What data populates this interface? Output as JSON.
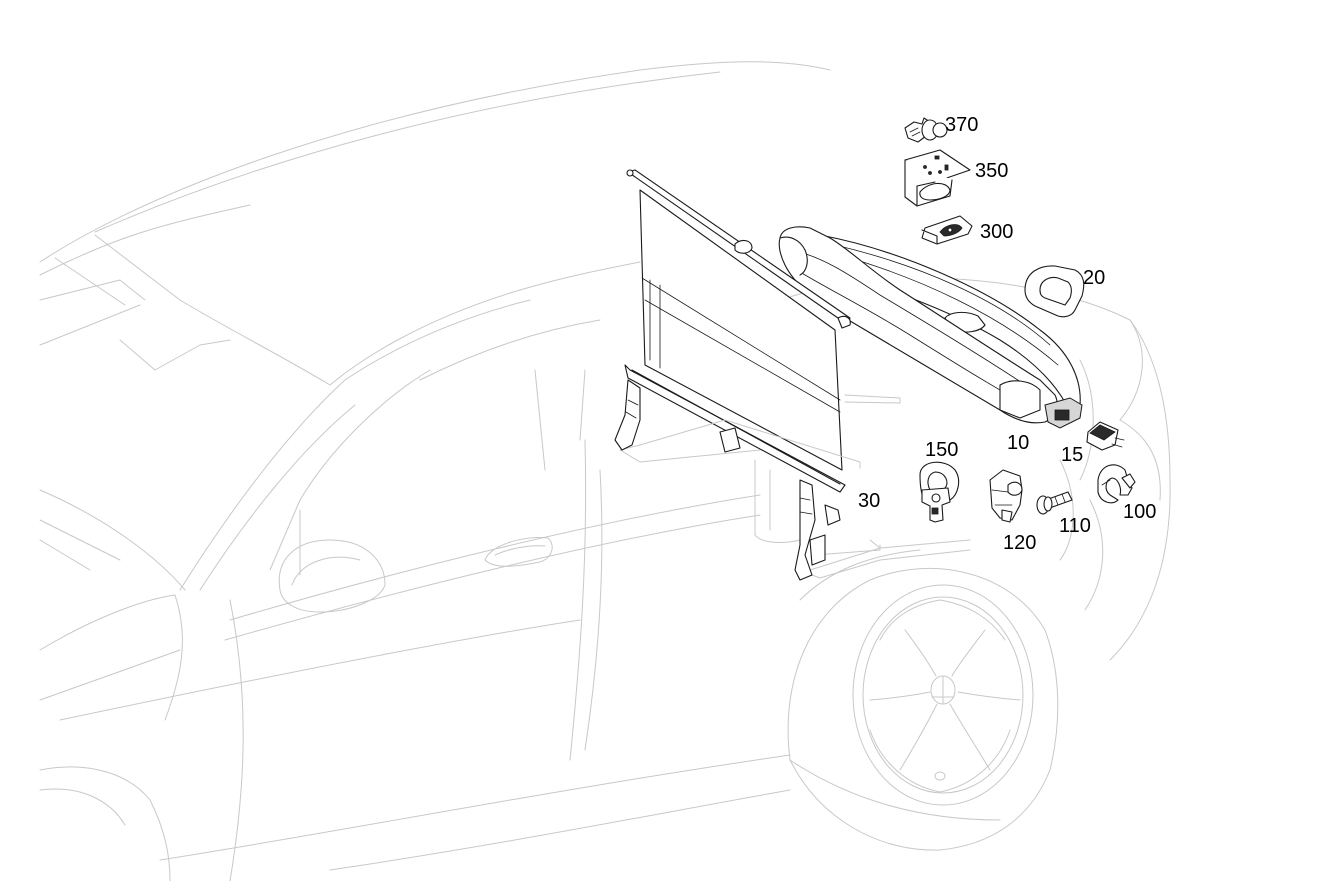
{
  "labels": {
    "p370": "370",
    "p350": "350",
    "p300": "300",
    "p20": "20",
    "p10": "10",
    "p15": "15",
    "p150": "150",
    "p30": "30",
    "p120": "120",
    "p110": "110",
    "p100": "100"
  },
  "colors": {
    "vehicle_outline": "#c8c8c8",
    "part_stroke": "#1a1a1a",
    "background": "#ffffff"
  }
}
